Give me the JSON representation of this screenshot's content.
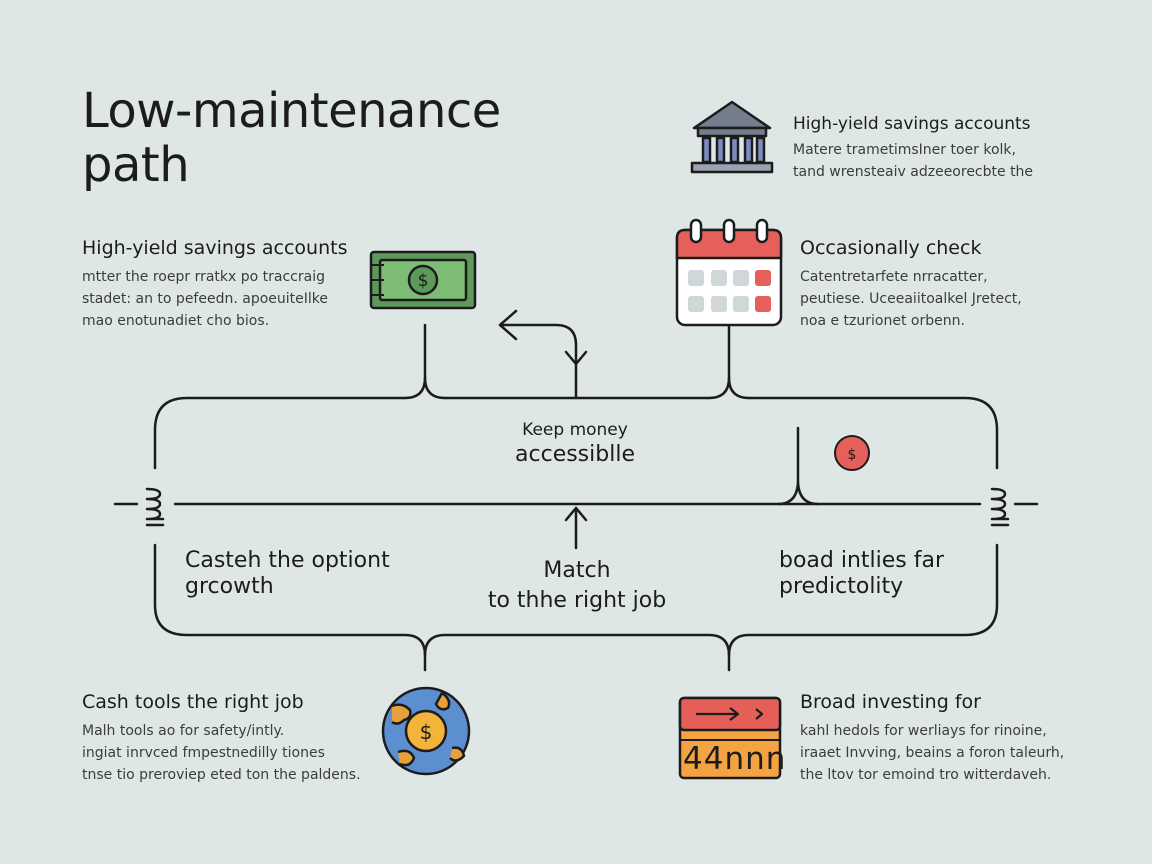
{
  "title": "Low-maintenance path",
  "blocks": {
    "top_right": {
      "heading": "High-yield savings accounts",
      "lines": [
        "Matere trametimsIner toer kolk,",
        "tand wrensteaiv adzeeorecbte the"
      ],
      "icon": "bank-icon"
    },
    "left_savings": {
      "heading": "High-yield savings accounts",
      "lines": [
        "mtter  the roepr rratkx po traccraig",
        "stadet: an to pefeedn. apoeuiteIlke",
        "mao enotunadiet cho bios."
      ],
      "icon": "cash-icon"
    },
    "right_check": {
      "heading": "Occasionally check",
      "lines": [
        "Catentretarfete nrracatter,",
        "peutiese. Uceeaiitoalkel Jretect,",
        "noa e tzurionet orbenn."
      ],
      "icon": "calendar-icon"
    },
    "bottom_left": {
      "heading": "Cash tools the right job",
      "lines": [
        "Malh tools ao for safety/intly.",
        "ingiat inrvced fmpestnedilly tiones",
        "tnse tio preroviep eted ton the paldens."
      ],
      "icon": "globe-dollar-icon"
    },
    "bottom_right": {
      "heading": "Broad investing for",
      "lines": [
        "kahl hedols for werliays for rinoine,",
        "iraaet Invving, beains a foron taleurh,",
        "the ltov tor emoind tro witterdaveh."
      ],
      "icon": "ticket-icon",
      "ticket_number": "44nnn"
    }
  },
  "center": {
    "keep_small": "Keep money",
    "keep_large": "accessiblle",
    "match_line1": "Match",
    "match_line2": "to thhe right job",
    "left_text_line1": "Casteh the optiont",
    "left_text_line2": "grcowth",
    "right_text_line1": "boad intlies far",
    "right_text_line2": "predictolity",
    "coin_glyph": "$"
  },
  "colors": {
    "background": "#dfe7e6",
    "line": "#1c1c1c",
    "cash_green": "#5d9a5a",
    "calendar_red": "#e5605a",
    "globe_blue": "#5b8fd0",
    "coin_yellow": "#f2b43a",
    "ticket_red": "#e55e58",
    "ticket_orange": "#f3a341",
    "bank_gray": "#747d8c"
  }
}
